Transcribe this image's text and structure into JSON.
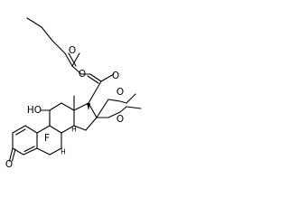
{
  "diagram": {
    "atoms": {
      "ketone_o": "O",
      "hydroxyl": "HO",
      "fluorine": "F",
      "ester_o_link": "O",
      "ester_carbonyl_o": "O",
      "ketone_c20_o": "O",
      "acetal_o_left": "O",
      "acetal_o_right": "O"
    },
    "hydrogens": {
      "h_c8": "H",
      "h_c14": "H"
    }
  }
}
